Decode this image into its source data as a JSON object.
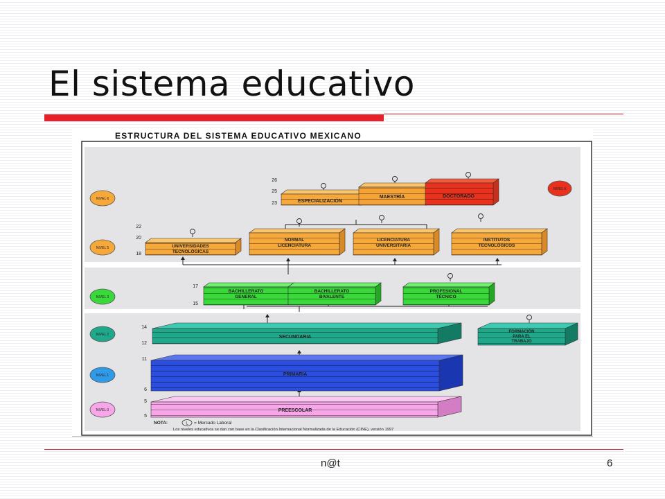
{
  "slide": {
    "title": "El sistema educativo",
    "footer_left": "n@t",
    "page_number": "6"
  },
  "diagram": {
    "heading": "ESTRUCTURA DEL SISTEMA EDUCATIVO MEXICANO",
    "levels": {
      "nivel6": "NIVEL 6",
      "nivel5": "NIVEL 5",
      "nivel3": "NIVEL 3",
      "nivel2": "NIVEL 2",
      "nivel1": "NIVEL 1",
      "nivel0": "NIVEL 0",
      "nivel_right": "NIVEL 6"
    },
    "ages": [
      "26",
      "25",
      "23",
      "22",
      "20",
      "18",
      "17",
      "15",
      "14",
      "12",
      "11",
      "6",
      "5",
      "5"
    ],
    "blocks": {
      "especializacion": "ESPECIALIZACIÓN",
      "maestria": "MAESTRÍA",
      "doctorado": "DOCTORADO",
      "universidades_l1": "UNIVERSIDADES",
      "universidades_l2": "TECNOLÓGICAS",
      "normal_l1": "NORMAL",
      "normal_l2": "LICENCIATURA",
      "licenciatura_l1": "LICENCIATURA",
      "licenciatura_l2": "UNIVERSITARIA",
      "institutos_l1": "INSTITUTOS",
      "institutos_l2": "TECNOLÓGICOS",
      "bach_general_l1": "BACHILLERATO",
      "bach_general_l2": "GENERAL",
      "bach_bivalente_l1": "BACHILLERATO",
      "bach_bivalente_l2": "BIVALENTE",
      "profesional_l1": "PROFESIONAL",
      "profesional_l2": "TÉCNICO",
      "secundaria": "SECUNDARIA",
      "formacion_l1": "FORMACIÓN",
      "formacion_l2": "PARA EL",
      "formacion_l3": "TRABAJO",
      "primaria": "PRIMARIA",
      "preescolar": "PREESCOLAR"
    },
    "note_label": "NOTA:",
    "note_symbol": "L",
    "note_legend": "= Mercado Laboral",
    "note_text": "Los niveles educativos se dan con base en la Clasificación Internacional Normalizada de la Educación (CINE), versión 1997",
    "colors": {
      "orange": "#f7a83a",
      "red_orange": "#f0622a",
      "red": "#e8321e",
      "green": "#3ad83a",
      "teal": "#1fa88a",
      "blue": "#2b4ee0",
      "pink": "#f7a6e8",
      "panel": "#e4e4e6",
      "accent_red": "#e8202a"
    }
  }
}
